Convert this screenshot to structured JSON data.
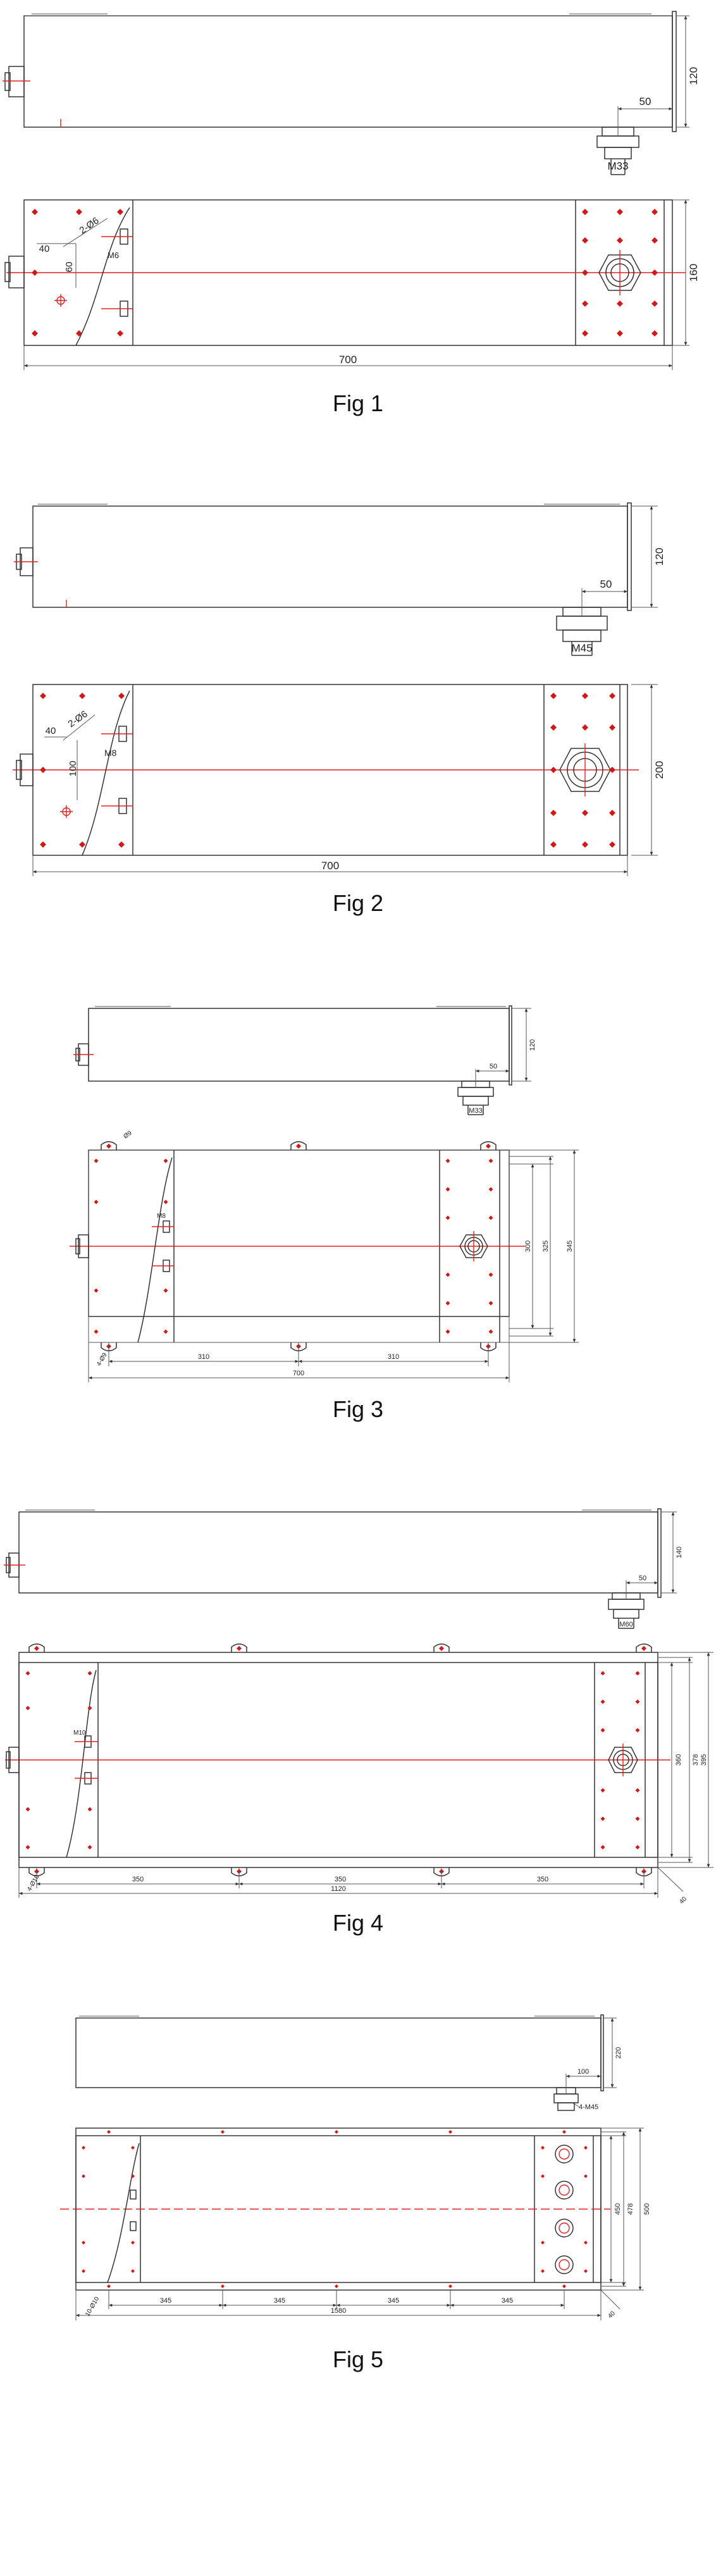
{
  "colors": {
    "line": "#333333",
    "centerline": "#e02020",
    "mark": "#d01818",
    "background": "#ffffff"
  },
  "figures": [
    {
      "caption": "Fig 1",
      "top": {
        "height": "120",
        "offset": "50",
        "thread": "M33"
      },
      "plan": {
        "length": "700",
        "width": "160",
        "edge": "40",
        "pitch": "60",
        "holes": "2-Ø6",
        "screw": "M6"
      }
    },
    {
      "caption": "Fig 2",
      "top": {
        "height": "120",
        "offset": "50",
        "thread": "M45"
      },
      "plan": {
        "length": "700",
        "width": "200",
        "edge": "40",
        "pitch": "100",
        "holes": "2-Ø6",
        "screw": "M8"
      }
    },
    {
      "caption": "Fig 3",
      "top": {
        "height": "120",
        "offset": "50",
        "thread": "M33"
      },
      "plan": {
        "length": "700",
        "spacing_a": "310",
        "spacing_b": "310",
        "hole_label": "4-Ø9",
        "tab_label": "Ø9",
        "width_inner": "300",
        "width_mid": "325",
        "width_outer": "345",
        "screw": "M8"
      }
    },
    {
      "caption": "Fig 4",
      "top": {
        "height": "140",
        "offset": "50",
        "thread": "M60"
      },
      "plan": {
        "length": "1120",
        "spacing_a": "350",
        "spacing_b": "350",
        "spacing_c": "350",
        "hole_label": "4-Ø10",
        "tab_label": "40",
        "width_inner": "360",
        "width_mid": "378",
        "width_outer": "395",
        "screw": "M10"
      }
    },
    {
      "caption": "Fig 5",
      "top": {
        "height": "220",
        "offset": "100",
        "thread": "4-M45"
      },
      "plan": {
        "length": "1580",
        "spacing_a": "345",
        "spacing_b": "345",
        "spacing_c": "345",
        "spacing_d": "345",
        "hole_label": "10-Ø10",
        "tab_label": "40",
        "width_inner": "450",
        "width_mid": "478",
        "width_outer": "500"
      }
    }
  ]
}
